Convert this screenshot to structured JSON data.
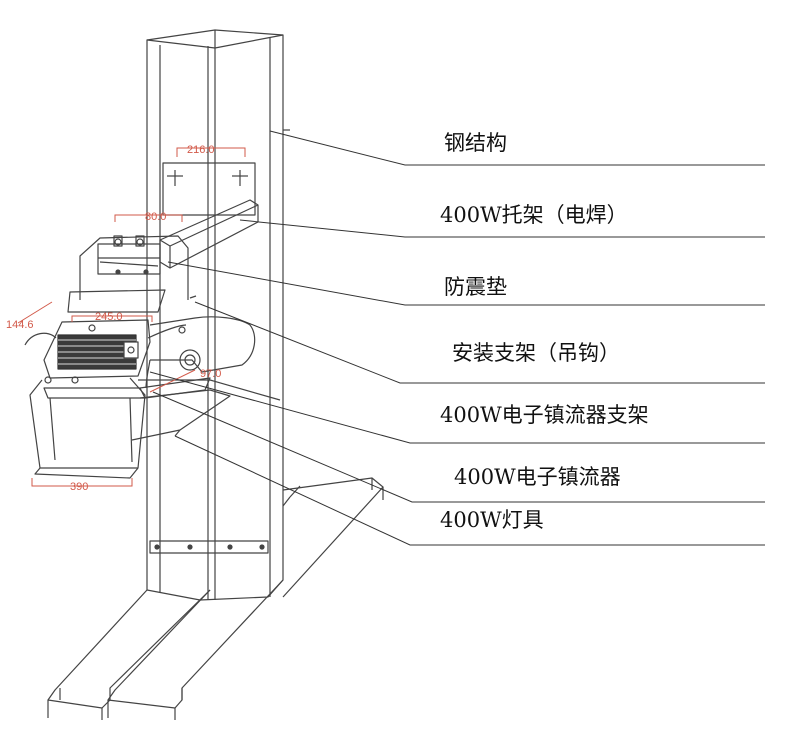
{
  "callouts": {
    "steel_structure": "钢结构",
    "bracket_welded": "400W托架（电焊）",
    "anti_vibration_pad": "防震垫",
    "mounting_bracket_hook": "安装支架（吊钩）",
    "ballast_bracket": "400W电子镇流器支架",
    "electronic_ballast": "400W电子镇流器",
    "lamp": "400W灯具"
  },
  "dimensions": {
    "plate_width": "216.0",
    "pad_width": "80.0",
    "ballast_length": "245.0",
    "ballast_height": "144.6",
    "hook_offset": "97.0",
    "lamp_width": "390"
  },
  "colors": {
    "line": "#444444",
    "dimension": "#d25a4a",
    "fin_fill": "#3a3a3a"
  }
}
